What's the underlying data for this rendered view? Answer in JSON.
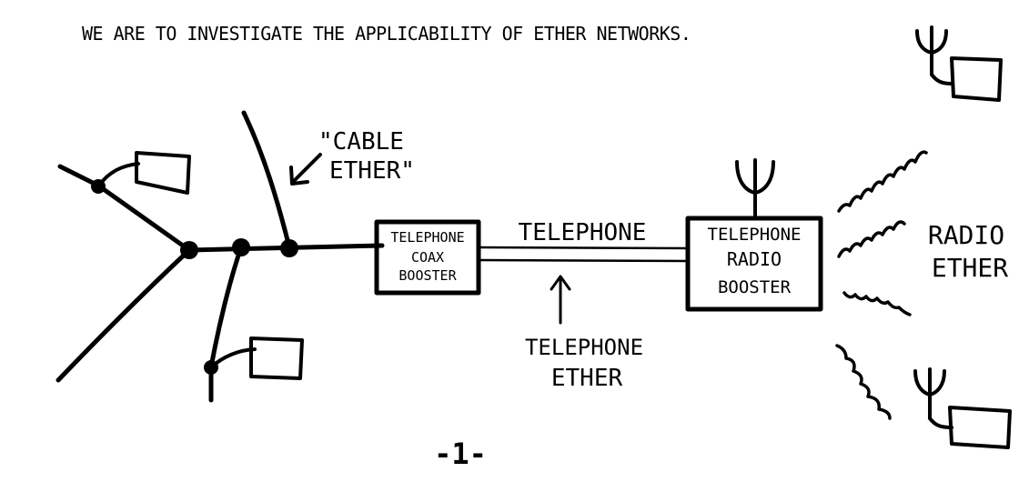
{
  "header": {
    "text": "WE ARE TO INVESTIGATE THE APPLICABILITY OF ETHER NETWORKS."
  },
  "labels": {
    "cable_ether_line1": "\"CABLE",
    "cable_ether_line2": "ETHER\"",
    "coax_booster_line1": "TELEPHONE",
    "coax_booster_line2": "COAX",
    "coax_booster_line3": "BOOSTER",
    "telephone_line": "TELEPHONE",
    "telephone_ether_line1": "TELEPHONE",
    "telephone_ether_line2": "ETHER",
    "radio_booster_line1": "TELEPHONE",
    "radio_booster_line2": "RADIO",
    "radio_booster_line3": "BOOSTER",
    "radio_ether_line1": "RADIO",
    "radio_ether_line2": "ETHER"
  },
  "footer": {
    "page_number": "-1-"
  }
}
